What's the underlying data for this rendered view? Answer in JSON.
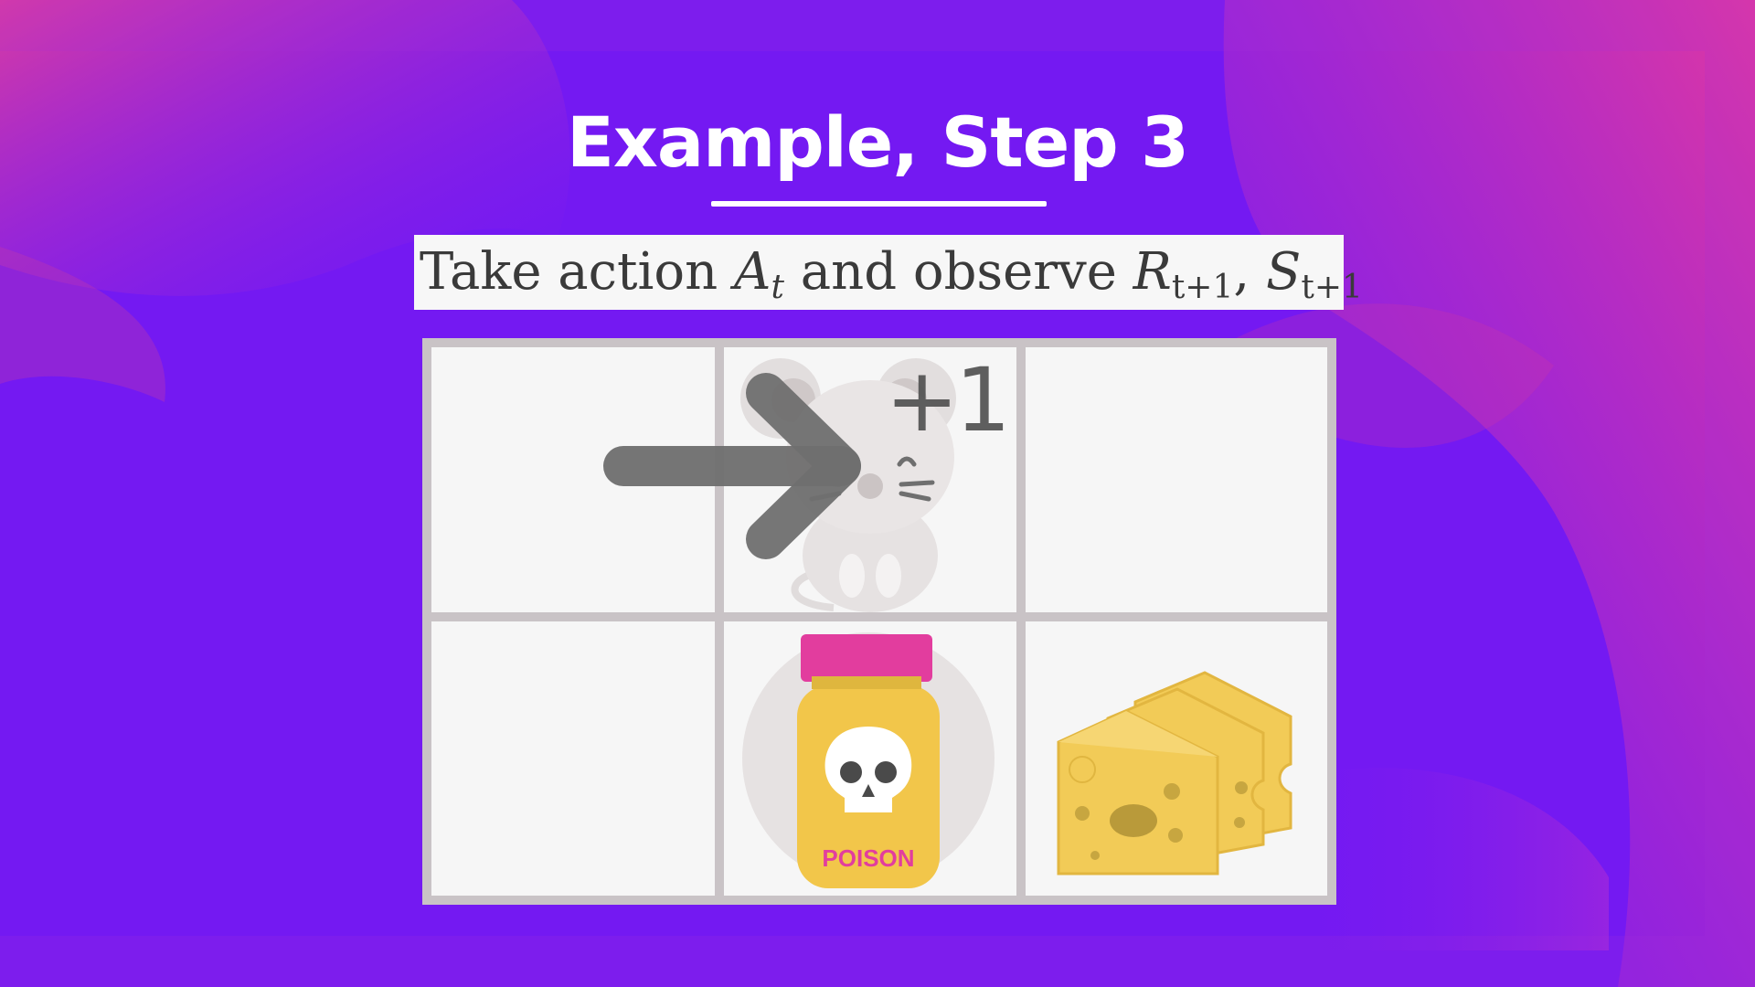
{
  "slide": {
    "title": "Example, Step 3",
    "formula": {
      "take_action": "Take action",
      "action_symbol": "A",
      "action_subscript": "t",
      "and_observe": "and observe",
      "reward_symbol": "R",
      "reward_subscript": "t+1",
      "separator": ",",
      "state_symbol": "S",
      "state_subscript": "t+1"
    }
  },
  "grid": {
    "rows": 2,
    "cols": 3,
    "cells": [
      {
        "content": "empty"
      },
      {
        "content": "mouse-icon",
        "reward": "+1"
      },
      {
        "content": "empty"
      },
      {
        "content": "empty"
      },
      {
        "content": "poison-jar-icon",
        "label": "POISON"
      },
      {
        "content": "cheese-icon"
      }
    ],
    "move_arrow": "right-arrow-icon"
  },
  "colors": {
    "background": "#7419f2",
    "accent_pink": "#e0389b",
    "grid_border": "#c9c3c6",
    "cell": "#f6f6f6",
    "arrow": "#6f6f6f",
    "poison_jar": "#f2c64a",
    "poison_lid": "#e23d9e",
    "cheese": "#f2cb57"
  }
}
